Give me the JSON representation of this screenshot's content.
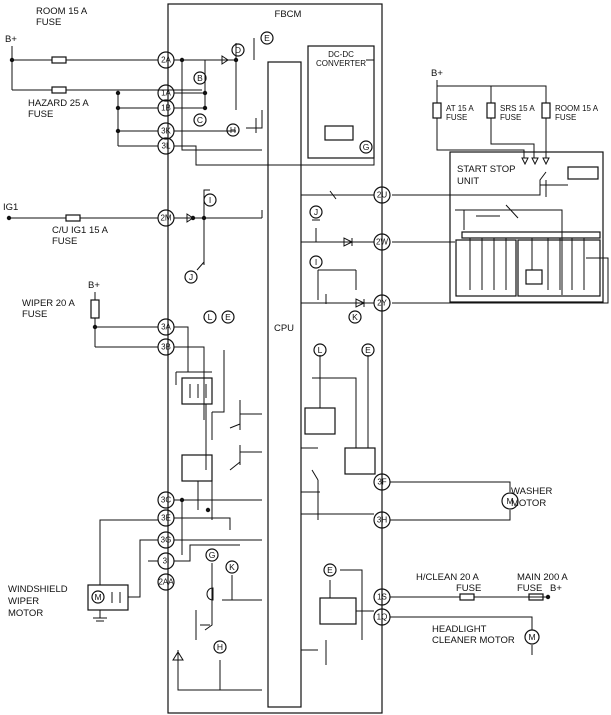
{
  "module": {
    "title": "FBCM",
    "cpu": "CPU",
    "converter_line1": "DC-DC",
    "converter_line2": "CONVERTER"
  },
  "supply": {
    "b_plus": "B+",
    "ig1": "IG1"
  },
  "fuses": {
    "room_l1": "ROOM 15 A",
    "room_l2": "FUSE",
    "hazard_l1": "HAZARD 25 A",
    "hazard_l2": "FUSE",
    "cu_l1": "C/U IG1 15 A",
    "cu_l2": "FUSE",
    "wiper_l1": "WIPER 20 A",
    "wiper_l2": "FUSE",
    "hclean_l1": "H/CLEAN 20 A",
    "hclean_l2": "FUSE",
    "main_l1": "MAIN 200 A",
    "main_l2": "FUSE",
    "at_l1": "AT 15 A",
    "at_l2": "FUSE",
    "srs_l1": "SRS 15 A",
    "srs_l2": "FUSE",
    "room2_l1": "ROOM 15 A",
    "room2_l2": "FUSE"
  },
  "terminals": [
    "2A",
    "1A",
    "1B",
    "3K",
    "3L",
    "2M",
    "3A",
    "3B",
    "3C",
    "3E",
    "3G",
    "3I",
    "2AA",
    "2U",
    "2W",
    "2Y",
    "3F",
    "3H",
    "1S",
    "1Q"
  ],
  "tags": {
    "b1": "B",
    "c1": "C",
    "d1": "D",
    "e1": "E",
    "g1": "G",
    "h1": "H",
    "i1": "I",
    "j1": "J",
    "i2": "I",
    "j2": "J",
    "k1": "K",
    "l1": "L",
    "e2": "E",
    "l2": "L",
    "e3": "E",
    "g2": "G",
    "k2": "K",
    "h2": "H",
    "e4": "E"
  },
  "loads": {
    "start_stop_l1": "START STOP",
    "start_stop_l2": "UNIT",
    "washer_l1": "WASHER",
    "washer_l2": "MOTOR",
    "windshield_l1": "WINDSHIELD",
    "windshield_l2": "WIPER",
    "windshield_l3": "MOTOR",
    "headlight_l1": "HEADLIGHT",
    "headlight_l2": "CLEANER MOTOR",
    "motor_symbol": "M"
  }
}
